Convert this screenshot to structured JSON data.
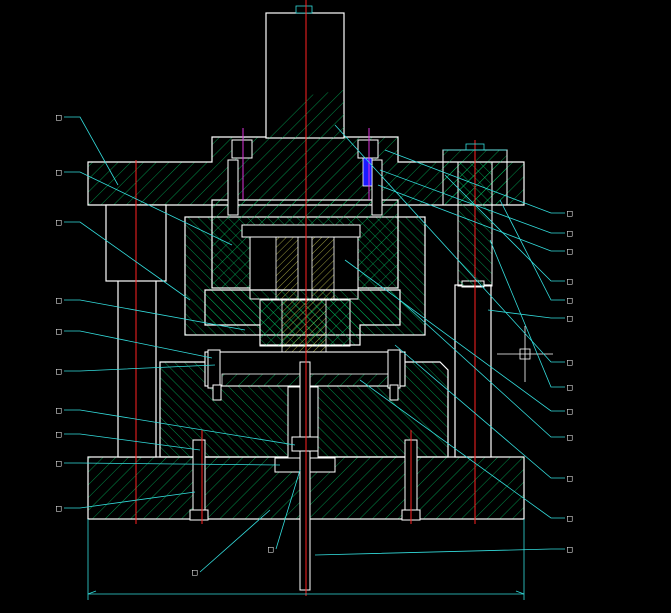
{
  "drawing": {
    "colors": {
      "background": "#000000",
      "outline": "#ffffff",
      "hatch": "#00cc66",
      "centerline": "#ff2222",
      "leader": "#33dddd",
      "dimension": "#33dddd",
      "magenta_pin": "#dd33dd",
      "blue_insert": "#1a1aff"
    },
    "cursor_icon": "crosshair-cursor-icon",
    "left_callouts": [
      {
        "id": "L1",
        "text": "□"
      },
      {
        "id": "L2",
        "text": "□"
      },
      {
        "id": "L3",
        "text": "□"
      },
      {
        "id": "L4",
        "text": "□"
      },
      {
        "id": "L5",
        "text": "□"
      },
      {
        "id": "L6",
        "text": "□"
      },
      {
        "id": "L7",
        "text": "□"
      },
      {
        "id": "L8",
        "text": "□"
      },
      {
        "id": "L9",
        "text": "□"
      },
      {
        "id": "L10",
        "text": "□"
      }
    ],
    "right_callouts": [
      {
        "id": "R1",
        "text": "□"
      },
      {
        "id": "R2",
        "text": "□"
      },
      {
        "id": "R3",
        "text": "□"
      },
      {
        "id": "R4",
        "text": "□"
      },
      {
        "id": "R5",
        "text": "□"
      },
      {
        "id": "R6",
        "text": "□"
      },
      {
        "id": "R7",
        "text": "□"
      },
      {
        "id": "R8",
        "text": "□"
      },
      {
        "id": "R9",
        "text": "□"
      },
      {
        "id": "R10",
        "text": "□"
      },
      {
        "id": "R11",
        "text": "□"
      },
      {
        "id": "R12",
        "text": "□"
      },
      {
        "id": "R13",
        "text": "□"
      }
    ],
    "bottom_callouts": [
      {
        "id": "B1",
        "text": "□"
      },
      {
        "id": "B2",
        "text": "□"
      }
    ]
  }
}
